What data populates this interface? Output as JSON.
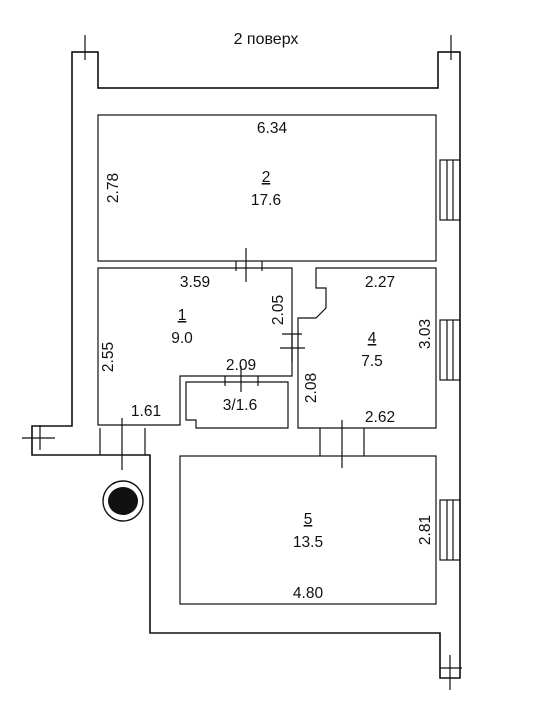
{
  "floor_title": "2 поверх",
  "rooms": [
    {
      "number": "2",
      "area": "17.6",
      "width_label": "6.34",
      "height_label": "2.78"
    },
    {
      "number": "1",
      "area": "9.0",
      "top_label": "3.59",
      "right_label": "2.05",
      "left_label": "2.55",
      "inner_label": "2.09",
      "bottom_label": "1.61"
    },
    {
      "number_area": "3/1.6"
    },
    {
      "number": "4",
      "area": "7.5",
      "top_label": "2.27",
      "right_label": "3.03",
      "left_label": "2.08",
      "bottom_label": "2.62"
    },
    {
      "number": "5",
      "area": "13.5",
      "right_label": "2.81",
      "bottom_label": "4.80"
    }
  ],
  "symbols": {
    "stair_marker": "filled-oval-icon"
  }
}
